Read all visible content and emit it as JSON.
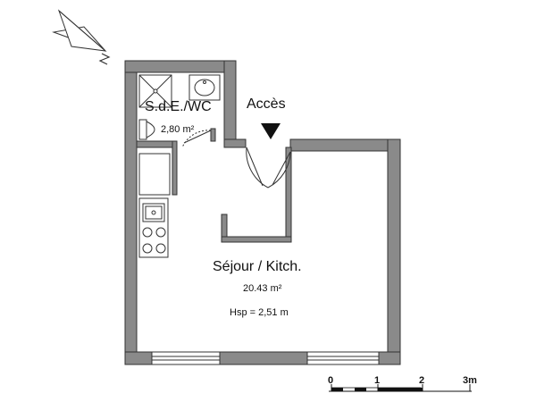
{
  "rooms": {
    "bathroom": {
      "name": "S.d.E./WC",
      "area": "2,80 m²"
    },
    "living": {
      "name": "Séjour / Kitch.",
      "area": "20.43 m²",
      "height": "Hsp = 2,51 m"
    }
  },
  "entrance": {
    "label": "Accès"
  },
  "scale_bar": {
    "ticks": [
      "0",
      "1",
      "2",
      "3m"
    ]
  },
  "icons": {
    "north": "north-arrow-icon",
    "entry": "entry-arrow-icon"
  }
}
